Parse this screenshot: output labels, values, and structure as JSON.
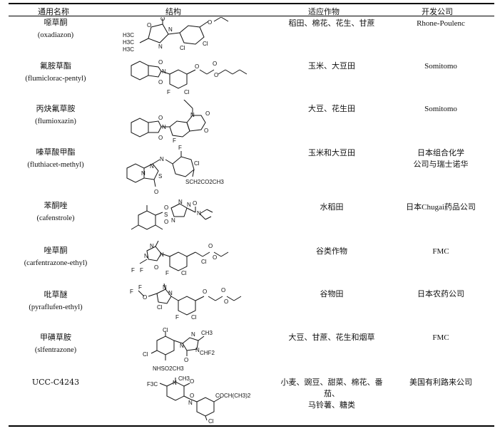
{
  "headers": {
    "name": "通用名称",
    "structure": "结构",
    "crops": "适应作物",
    "company": "开发公司"
  },
  "rows": [
    {
      "cn": "噁草酮",
      "en": "(oxadiazon)",
      "crops": "稻田、棉花、花生、甘蔗",
      "company": "Rhone-Poulenc"
    },
    {
      "cn": "氟胺草酯",
      "en": "(flumiclorac-pentyl)",
      "crops": "玉米、大豆田",
      "company": "Somitomo"
    },
    {
      "cn": "丙炔氟草胺",
      "en": "(flumioxazin)",
      "crops": "大豆、花生田",
      "company": "Somitomo"
    },
    {
      "cn": "嗪草酸甲酯",
      "en": "(fluthiacet-methyl)",
      "crops": "玉米和大豆田",
      "company": "日本组合化学",
      "company2": "公司与瑞士诺华"
    },
    {
      "cn": "苯酮唑",
      "en": "(cafenstrole)",
      "crops": "水稻田",
      "company": "日本Chugai药品公司"
    },
    {
      "cn": "唑草酮",
      "en": "(carfentrazone-ethyl)",
      "crops": "谷类作物",
      "company": "FMC"
    },
    {
      "cn": "吡草醚",
      "en": "(pyraflufen-ethyl)",
      "crops": "谷物田",
      "company": "日本农药公司"
    },
    {
      "cn": "甲磺草胺",
      "en": "(slfentrazone)",
      "crops": "大豆、甘蔗、花生和烟草",
      "company": "FMC"
    },
    {
      "cn": "UCC-C4243",
      "en": "",
      "crops": "小麦、豌豆、甜菜、棉花、番茄、",
      "crops2": "马铃薯、糖类",
      "company": "美国有利路来公司"
    }
  ],
  "structure_labels": {
    "oxadiazon": [
      "O",
      "O",
      "N",
      "H3C",
      "H3C",
      "H3C",
      "N",
      "Cl",
      "Cl",
      "O"
    ],
    "flumiclorac": [
      "O",
      "N",
      "O",
      "O",
      "O",
      "O",
      "F",
      "Cl"
    ],
    "flumioxazin": [
      "O",
      "N",
      "O",
      "N",
      "O",
      "O",
      "F"
    ],
    "fluthiacet": [
      "F",
      "N",
      "Cl",
      "N",
      "N",
      "S",
      "O",
      "SCH2CO2CH3"
    ],
    "cafenstrole": [
      "N",
      "N",
      "N",
      "O",
      "S",
      "O",
      "O",
      "N"
    ],
    "carfentrazone": [
      "N",
      "N",
      "N",
      "F",
      "F",
      "O",
      "F",
      "Cl",
      "O",
      "O",
      "Cl"
    ],
    "pyraflufen": [
      "F",
      "F",
      "N",
      "N",
      "O",
      "Cl",
      "F",
      "Cl",
      "O",
      "O",
      "O"
    ],
    "sulfentrazone": [
      "Cl",
      "CH3",
      "N",
      "N",
      "N",
      "Cl",
      "O",
      "CHF2",
      "NHSO2CH3"
    ],
    "ucc": [
      "CH3",
      "F3C",
      "N",
      "O",
      "O",
      "N",
      "COCH(CH3)2",
      "Cl"
    ]
  },
  "colors": {
    "text": "#111111",
    "rule": "#000000"
  }
}
